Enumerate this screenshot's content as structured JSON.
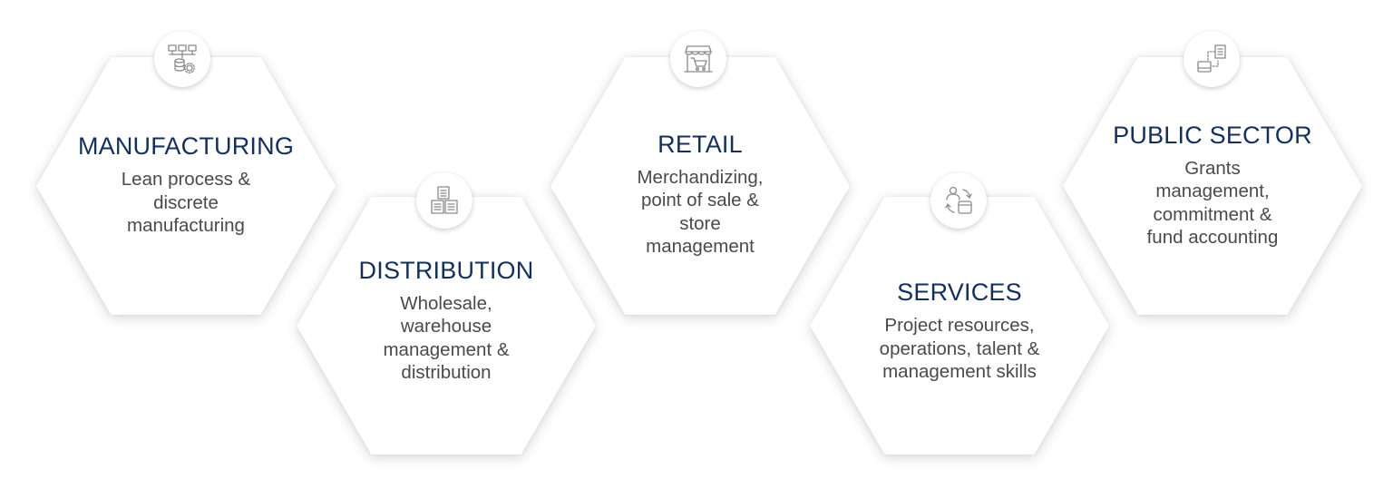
{
  "colors": {
    "title": "#14305a",
    "text": "#4a4a4a",
    "icon": "#8a8a8a"
  },
  "sectors": [
    {
      "title": "MANUFACTURING",
      "desc": "Lean process & discrete manufacturing",
      "icon": "network-database-icon"
    },
    {
      "title": "DISTRIBUTION",
      "desc": "Wholesale, warehouse management & distribution",
      "icon": "documents-icon"
    },
    {
      "title": "RETAIL",
      "desc": "Merchandizing, point of sale & store management",
      "icon": "storefront-cart-icon"
    },
    {
      "title": "SERVICES",
      "desc": "Project resources, operations, talent & management skills",
      "icon": "person-cycle-icon"
    },
    {
      "title": "PUBLIC SECTOR",
      "desc": "Grants management, commitment & fund accounting",
      "icon": "document-flow-icon"
    }
  ]
}
